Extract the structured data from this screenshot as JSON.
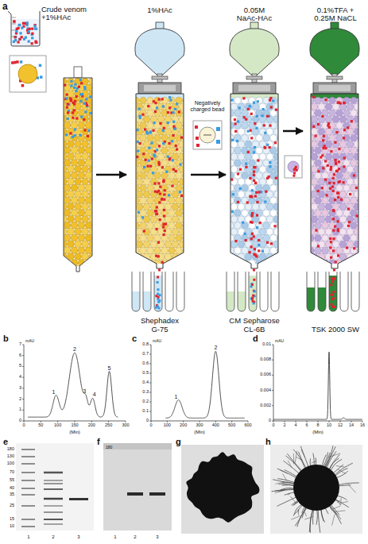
{
  "diagram": {
    "nodes": [
      {
        "text": [
          "Crude venom +1%HAc"
        ]
      },
      {
        "text": [
          "1%HAc",
          "Shephadex G-75"
        ]
      },
      {
        "text": [
          "Negatively charged bead"
        ]
      },
      {
        "text": [
          "0.05M NaAc-HAc",
          "CM Sepharose CL-6B"
        ]
      },
      {
        "text": [
          "0.1%TFA + 0.25M NaCL",
          "TSK 2000 SW"
        ]
      }
    ],
    "edges": [
      {
        "from": 1,
        "to": 3,
        "arrow": "to"
      },
      {
        "from": 3,
        "to": 4,
        "arrow": "to"
      }
    ],
    "labels": [
      "a",
      "b",
      "mAU",
      "0",
      "1",
      "2",
      "3",
      "4",
      "5",
      "6",
      "7",
      "0",
      "50",
      "100",
      "150",
      "200",
      "250",
      "300",
      "(Min)",
      "1",
      "2",
      "3",
      "4",
      "5",
      "c",
      "mAU",
      "0",
      "0.1",
      "0.2",
      "0.3",
      "0.4",
      "0.5",
      "0.6",
      "0.7",
      "0.8",
      "0",
      "100",
      "200",
      "300",
      "400",
      "500",
      "600",
      "(Min)",
      "1",
      "2",
      "d",
      "mAU",
      "0",
      "0.002",
      "0.004",
      "0.006",
      "0.008",
      "0.01",
      "0",
      "2",
      "4",
      "6",
      "8",
      "10",
      "12",
      "14",
      "16",
      "(Min)",
      "e",
      "180",
      "130",
      "100",
      "70",
      "55",
      "40",
      "35",
      "25",
      "15",
      "10",
      "1",
      "2",
      "3",
      "f",
      "180",
      "1",
      "2",
      "3",
      "g",
      "h"
    ]
  }
}
